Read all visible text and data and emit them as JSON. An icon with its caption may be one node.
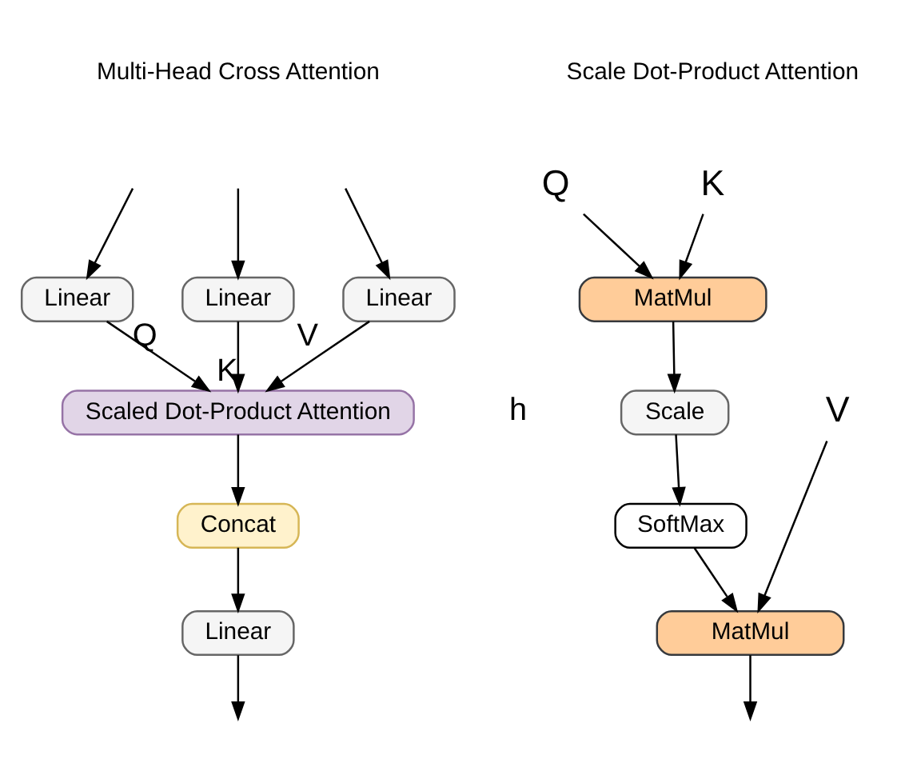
{
  "diagram": {
    "nodes": [
      {
        "text": [
          "Linear"
        ]
      },
      {
        "text": [
          "Linear"
        ]
      },
      {
        "text": [
          "Linear"
        ]
      },
      {
        "text": [
          "Scaled Dot-Product Attention"
        ]
      },
      {
        "text": [
          "Concat"
        ]
      },
      {
        "text": [
          "Linear"
        ]
      },
      {
        "text": [
          "Q"
        ]
      },
      {
        "text": [
          "K"
        ]
      },
      {
        "text": [
          "V"
        ]
      },
      {
        "text": [
          "MatMul"
        ]
      },
      {
        "text": [
          "Scale"
        ]
      },
      {
        "text": [
          "SoftMax"
        ]
      },
      {
        "text": [
          "MatMul"
        ]
      }
    ],
    "edges": [
      {
        "from": null,
        "to": 0,
        "arrow": "to"
      },
      {
        "from": null,
        "to": 1,
        "arrow": "to"
      },
      {
        "from": null,
        "to": 2,
        "arrow": "to"
      },
      {
        "from": 0,
        "to": 3,
        "arrow": "to",
        "label": "Q"
      },
      {
        "from": 1,
        "to": 3,
        "arrow": "to",
        "label": "K"
      },
      {
        "from": 2,
        "to": 3,
        "arrow": "to",
        "label": "V"
      },
      {
        "from": 3,
        "to": 4,
        "arrow": "to"
      },
      {
        "from": 4,
        "to": 5,
        "arrow": "to"
      },
      {
        "from": 5,
        "to": null,
        "arrow": "to"
      },
      {
        "from": 6,
        "to": 9,
        "arrow": "to"
      },
      {
        "from": 7,
        "to": 9,
        "arrow": "to"
      },
      {
        "from": 9,
        "to": 10,
        "arrow": "to"
      },
      {
        "from": 10,
        "to": 11,
        "arrow": "to"
      },
      {
        "from": 11,
        "to": 12,
        "arrow": "to"
      },
      {
        "from": 8,
        "to": 12,
        "arrow": "to"
      },
      {
        "from": 12,
        "to": null,
        "arrow": "to"
      }
    ],
    "labels": [
      "Multi-Head Cross Attention",
      "Scale Dot-Product Attention",
      "h"
    ]
  }
}
